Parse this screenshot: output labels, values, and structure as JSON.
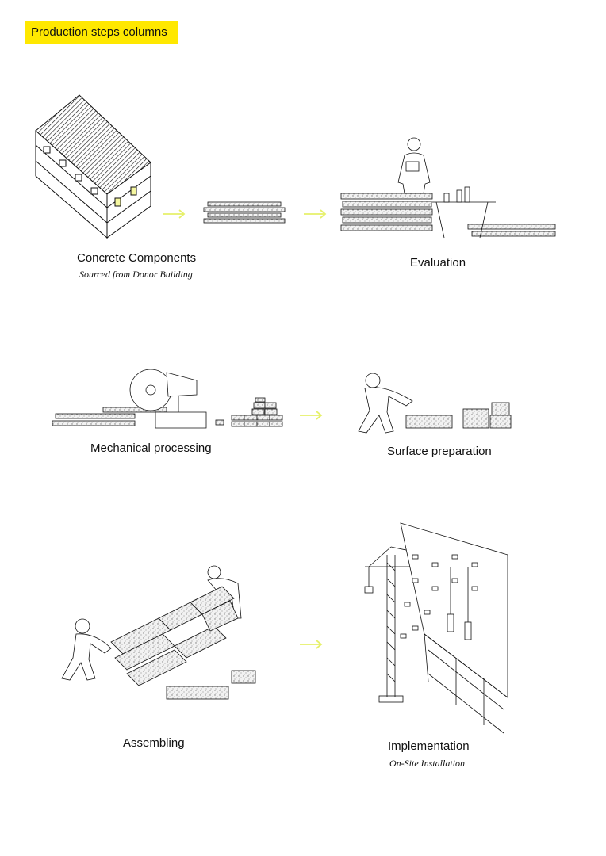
{
  "header": {
    "title": "Production steps columns"
  },
  "steps": [
    {
      "label": "Concrete Components",
      "sublabel": "Sourced from Donor Building"
    },
    {
      "label": "Evaluation"
    },
    {
      "label": "Mechanical processing"
    },
    {
      "label": "Surface preparation"
    },
    {
      "label": "Assembling"
    },
    {
      "label": "Implementation",
      "sublabel": "On-Site Installation"
    }
  ],
  "colors": {
    "highlight": "#ffe800",
    "arrow": "#e6f06a",
    "ink": "#111111",
    "concrete": "#9a9a9a"
  }
}
